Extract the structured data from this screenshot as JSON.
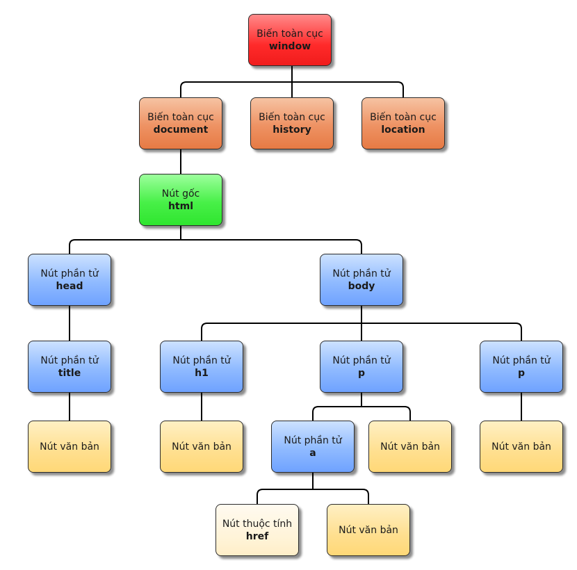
{
  "nodes": {
    "window": {
      "line1": "Biến toàn cục",
      "line2": "window"
    },
    "document": {
      "line1": "Biến toàn cục",
      "line2": "document"
    },
    "history": {
      "line1": "Biến toàn cục",
      "line2": "history"
    },
    "location": {
      "line1": "Biến toàn cục",
      "line2": "location"
    },
    "html": {
      "line1": "Nút gốc",
      "line2": "html"
    },
    "head": {
      "line1": "Nút phần tử",
      "line2": "head"
    },
    "body": {
      "line1": "Nút phần tử",
      "line2": "body"
    },
    "title": {
      "line1": "Nút phần tử",
      "line2": "title"
    },
    "h1": {
      "line1": "Nút phần tử",
      "line2": "h1"
    },
    "p1": {
      "line1": "Nút phần tử",
      "line2": "p"
    },
    "p2": {
      "line1": "Nút phần tử",
      "line2": "p"
    },
    "a": {
      "line1": "Nút phần tử",
      "line2": "a"
    },
    "text_title": {
      "line1": "Nút văn bản"
    },
    "text_h1": {
      "line1": "Nút văn bản"
    },
    "text_p1": {
      "line1": "Nút văn bản"
    },
    "text_p2": {
      "line1": "Nút văn bản"
    },
    "text_a": {
      "line1": "Nút văn bản"
    },
    "href": {
      "line1": "Nút thuộc tính",
      "line2": "href"
    }
  },
  "colors": {
    "global_var": "#ff3333",
    "global_child": "#ec8a5a",
    "root": "#3cf03c",
    "element": "#85b3ff",
    "text": "#ffdc85",
    "attribute": "#fff3d6"
  }
}
